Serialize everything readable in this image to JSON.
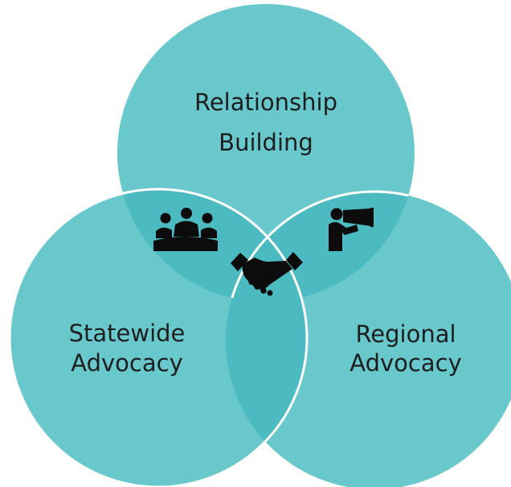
{
  "colors": {
    "circle_fill": "#68c8cc",
    "overlap_fill": "#4bbac1",
    "outline": "#ffffff",
    "icon": "#0c0c0c",
    "text": "#1e1e1e"
  },
  "circles": [
    {
      "id": "top",
      "label_lines": [
        "Relationship",
        "Building"
      ]
    },
    {
      "id": "left",
      "label_lines": [
        "Statewide",
        "Advocacy"
      ]
    },
    {
      "id": "right",
      "label_lines": [
        "Regional",
        "Advocacy"
      ]
    }
  ],
  "icons": [
    {
      "name": "meeting-group-icon",
      "region": "top-left overlap"
    },
    {
      "name": "megaphone-person-icon",
      "region": "top-right overlap"
    },
    {
      "name": "handshake-icon",
      "region": "center overlap"
    }
  ]
}
